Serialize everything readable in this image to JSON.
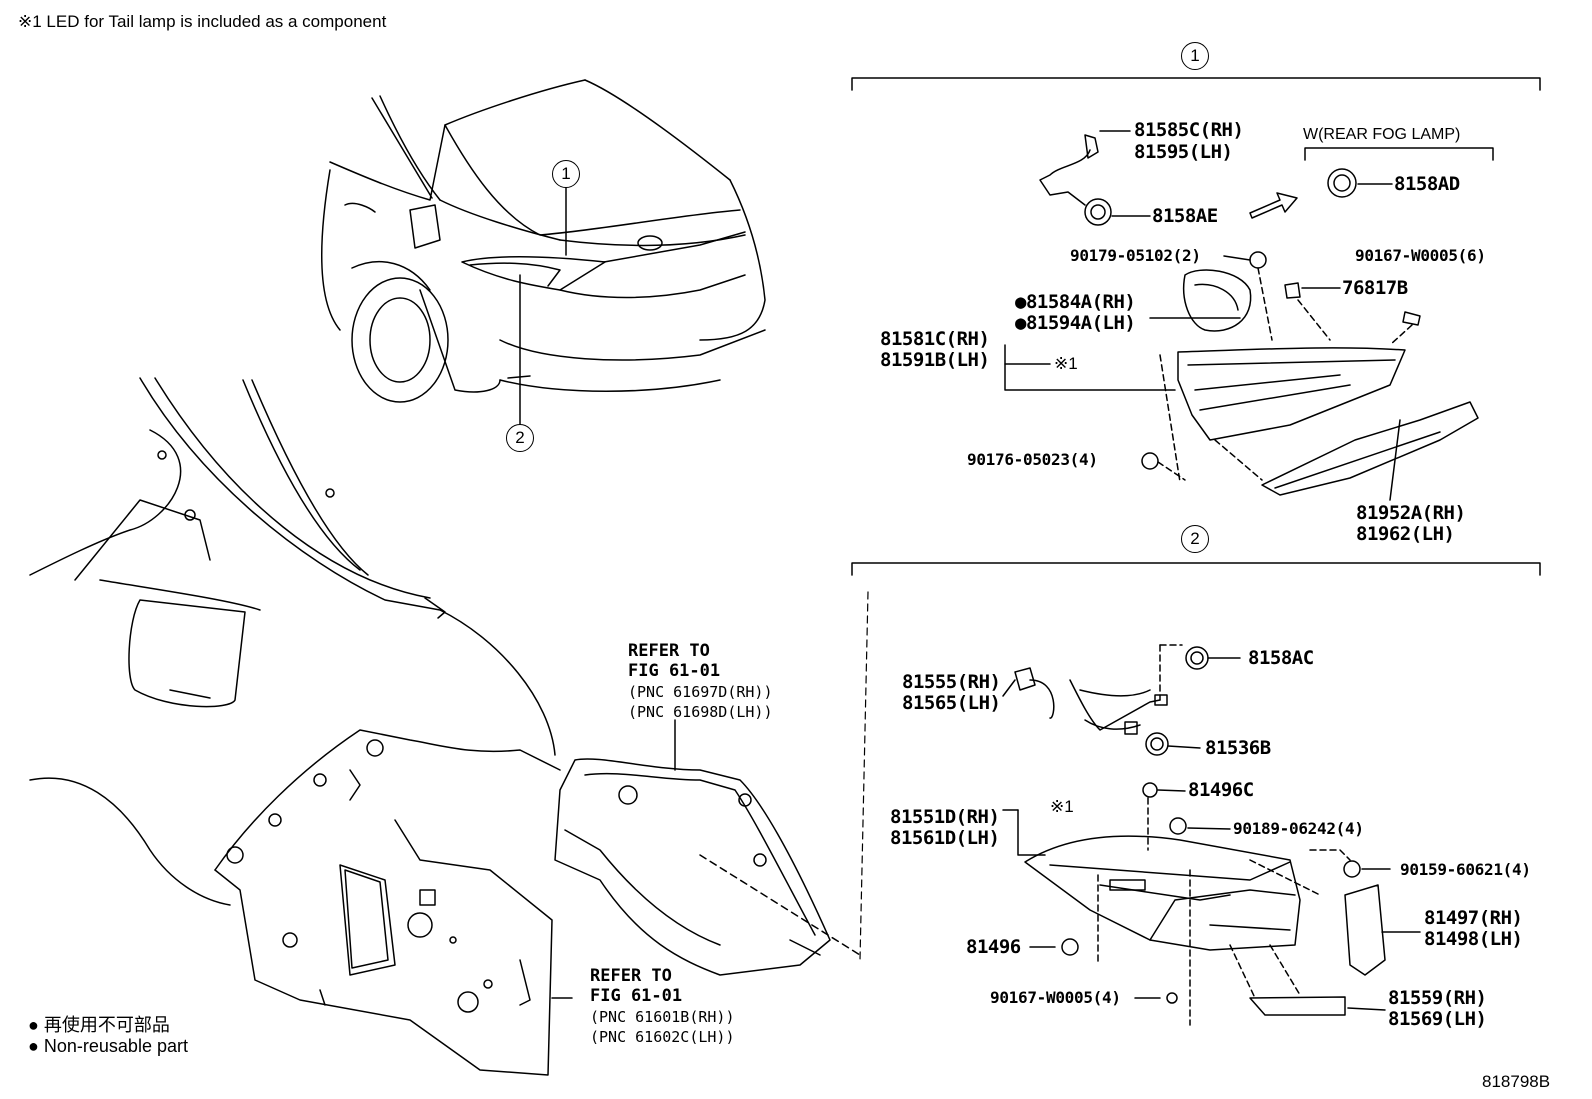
{
  "header_note": "※1 LED for Tail lamp is included as a component",
  "figure_id": "818798B",
  "callouts": {
    "c1": "1",
    "c2": "2"
  },
  "legend": {
    "jp": "再使用不可部品",
    "en": "Non-reusable part",
    "bullet": "●"
  },
  "group1": {
    "fog_label": "W(REAR FOG LAMP)",
    "parts": {
      "p81585C": "81585C(RH)",
      "p81595": "81595(LH)",
      "p8158AD": "8158AD",
      "p8158AE": "8158AE",
      "p90179": "90179-05102(2)",
      "p90167a": "90167-W0005(6)",
      "p76817B": "76817B",
      "p81584A": "●81584A(RH)",
      "p81594A": "●81594A(LH)",
      "p81581C": "81581C(RH)",
      "p81591B": "81591B(LH)",
      "note1": "※1",
      "p90176": "90176-05023(4)",
      "p81952A": "81952A(RH)",
      "p81962": "81962(LH)"
    }
  },
  "group2": {
    "parts": {
      "p8158AC": "8158AC",
      "p81555": "81555(RH)",
      "p81565": "81565(LH)",
      "p81536B": "81536B",
      "p81496C": "81496C",
      "p81551D": "81551D(RH)",
      "p81561D": "81561D(LH)",
      "note1": "※1",
      "p90189": "90189-06242(4)",
      "p90159": "90159-60621(4)",
      "p81497": "81497(RH)",
      "p81498": "81498(LH)",
      "p81496": "81496",
      "p90167b": "90167-W0005(4)",
      "p81559": "81559(RH)",
      "p81569": "81569(LH)"
    }
  },
  "refs": {
    "upper": {
      "l1": "REFER TO",
      "l2": "FIG 61-01",
      "l3": "(PNC 61697D(RH))",
      "l4": "(PNC 61698D(LH))"
    },
    "lower": {
      "l1": "REFER TO",
      "l2": "FIG 61-01",
      "l3": "(PNC 61601B(RH))",
      "l4": "(PNC 61602C(LH))"
    }
  }
}
